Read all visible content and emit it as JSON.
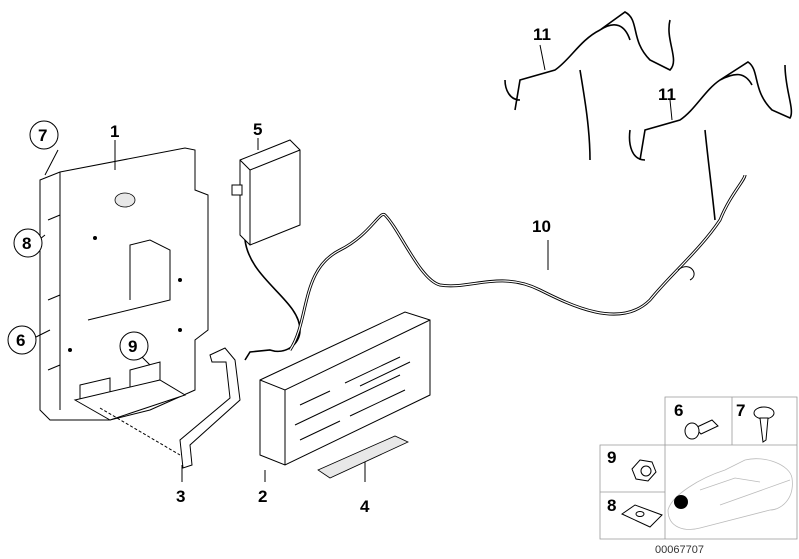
{
  "callouts": {
    "c1": "1",
    "c2": "2",
    "c3": "3",
    "c4": "4",
    "c5": "5",
    "c6": "6",
    "c7": "7",
    "c8": "8",
    "c9": "9",
    "c10": "10",
    "c11a": "11",
    "c11b": "11"
  },
  "legend": {
    "cell6": "6",
    "cell7": "7",
    "cell8": "8",
    "cell9": "9"
  },
  "diagram_id": "00067707"
}
